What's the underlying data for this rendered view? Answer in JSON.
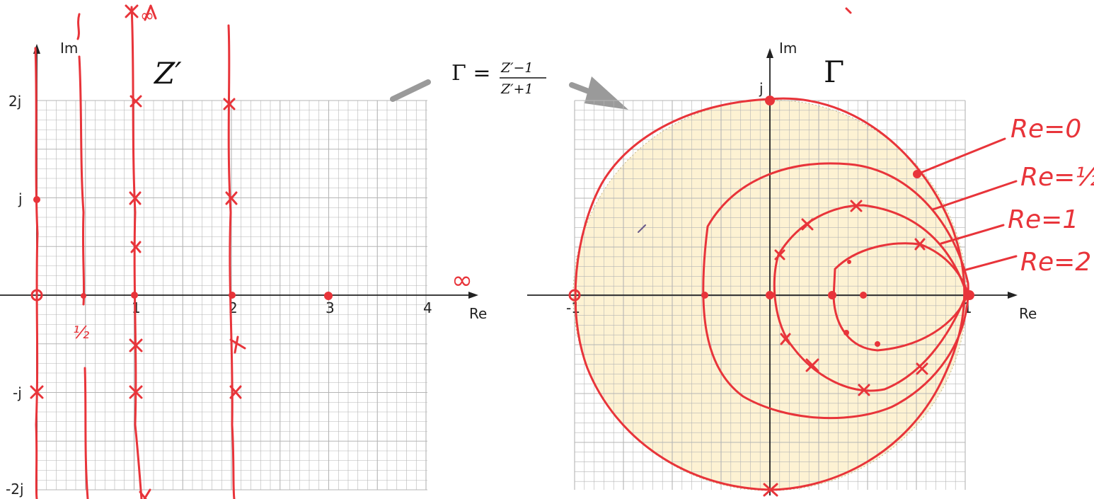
{
  "left_panel": {
    "title": "Z′",
    "y_axis_label": "Im",
    "x_axis_label": "Re",
    "y_ticks": [
      "2j",
      "j",
      "-j",
      "-2j"
    ],
    "x_ticks": [
      "1",
      "2",
      "3",
      "4"
    ],
    "hand_labels": {
      "infinity": "∞",
      "half": "½",
      "infinity_top": "∞"
    }
  },
  "right_panel": {
    "title": "Γ",
    "y_axis_label": "Im",
    "x_axis_label": "Re",
    "y_tick_top": "j",
    "x_tick_left": "-1",
    "x_tick_right": "1",
    "hand_labels": [
      "Re=0",
      "Re=½",
      "Re=1",
      "Re=2"
    ]
  },
  "formula": {
    "lhs": "Γ =",
    "numerator": "Z′−1",
    "denominator": "Z′+1"
  },
  "colors": {
    "ink": "#e8343a",
    "grid": "#b5b5b5",
    "disk": "#fdf2d3",
    "arrow": "#9a9a9a"
  }
}
